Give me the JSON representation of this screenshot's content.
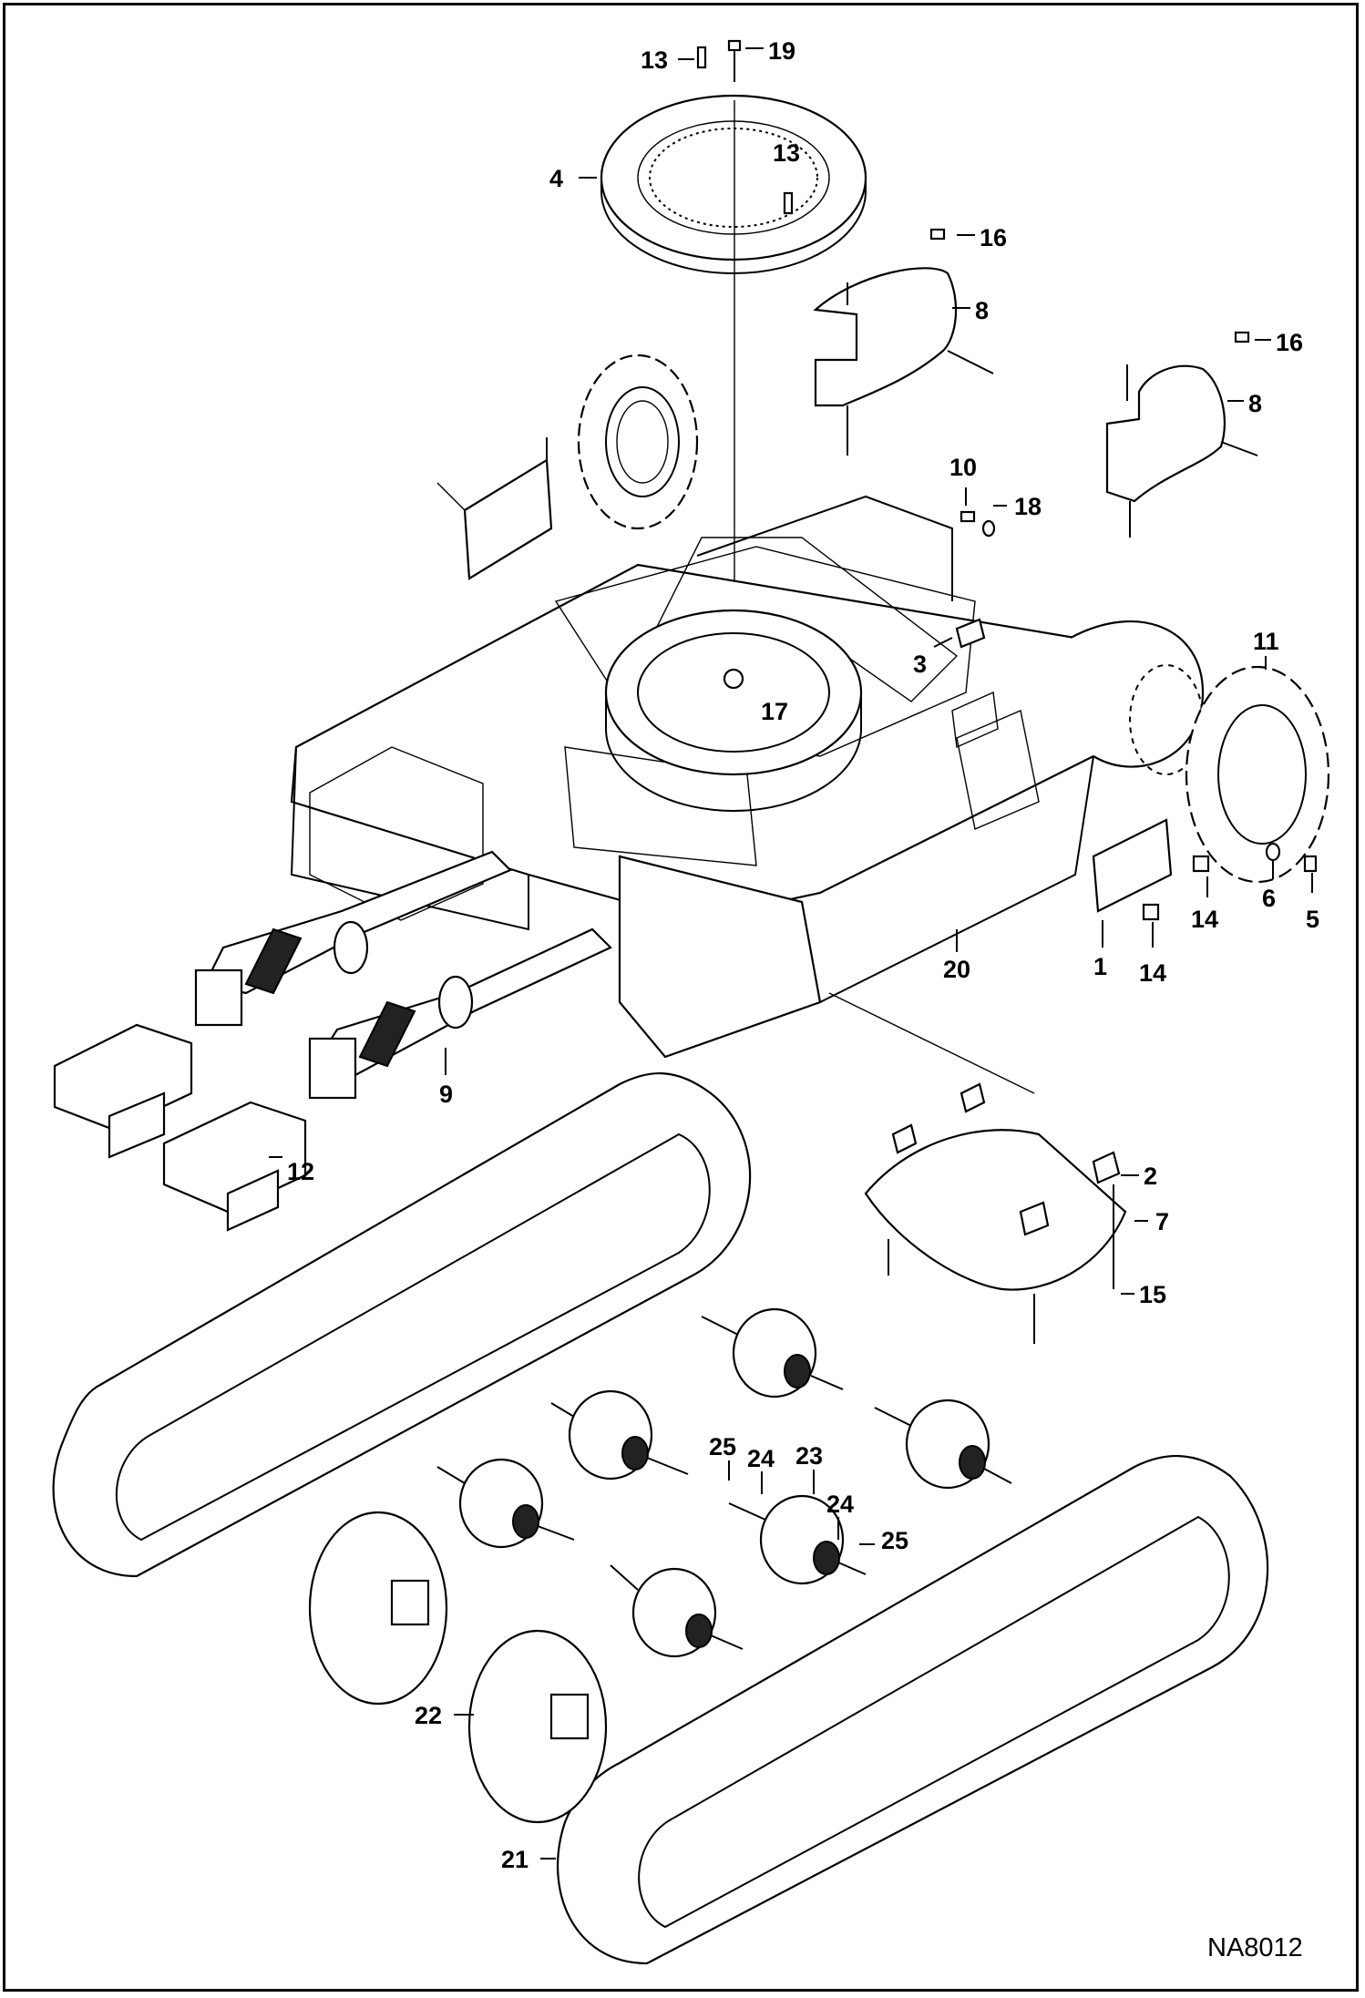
{
  "diagram": {
    "code": "NA8012",
    "callouts": [
      {
        "id": "c13a",
        "text": "13"
      },
      {
        "id": "c19",
        "text": "19"
      },
      {
        "id": "c4",
        "text": "4"
      },
      {
        "id": "c13b",
        "text": "13"
      },
      {
        "id": "c16a",
        "text": "16"
      },
      {
        "id": "c8a",
        "text": "8"
      },
      {
        "id": "c16b",
        "text": "16"
      },
      {
        "id": "c8b",
        "text": "8"
      },
      {
        "id": "c10",
        "text": "10"
      },
      {
        "id": "c18",
        "text": "18"
      },
      {
        "id": "c3",
        "text": "3"
      },
      {
        "id": "c17",
        "text": "17"
      },
      {
        "id": "c11",
        "text": "11"
      },
      {
        "id": "c14a",
        "text": "14"
      },
      {
        "id": "c6",
        "text": "6"
      },
      {
        "id": "c5",
        "text": "5"
      },
      {
        "id": "c1",
        "text": "1"
      },
      {
        "id": "c14b",
        "text": "14"
      },
      {
        "id": "c20",
        "text": "20"
      },
      {
        "id": "c9",
        "text": "9"
      },
      {
        "id": "c12",
        "text": "12"
      },
      {
        "id": "c2",
        "text": "2"
      },
      {
        "id": "c7",
        "text": "7"
      },
      {
        "id": "c15",
        "text": "15"
      },
      {
        "id": "c25a",
        "text": "25"
      },
      {
        "id": "c24a",
        "text": "24"
      },
      {
        "id": "c23",
        "text": "23"
      },
      {
        "id": "c24b",
        "text": "24"
      },
      {
        "id": "c25b",
        "text": "25"
      },
      {
        "id": "c22",
        "text": "22"
      },
      {
        "id": "c21",
        "text": "21"
      }
    ]
  }
}
